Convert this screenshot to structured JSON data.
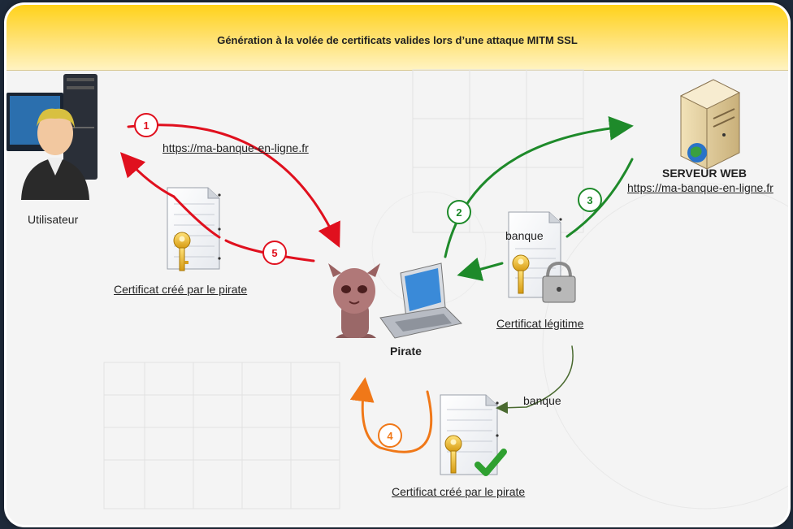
{
  "title": "Génération à la volée de certificats valides lors d’une attaque MITM SSL",
  "nodes": {
    "user_label": "Utilisateur",
    "server_label": "SERVEUR WEB",
    "server_url": "https://ma-banque-en-ligne.fr",
    "pirate_label": "Pirate"
  },
  "urls": {
    "step1_url": "https://ma-banque-en-ligne.fr"
  },
  "certificates": {
    "fake_cert_top": "Certificat créé par le pirate",
    "legit_cert": "Certificat légitime",
    "legit_cert_tag": "banque",
    "bank_tag_lower": "banque",
    "fake_cert_bottom": "Certificat créé par le pirate"
  },
  "steps": [
    "1",
    "2",
    "3",
    "4",
    "5"
  ],
  "colors": {
    "red_flow": "#e0101e",
    "green_flow": "#1e8a2a",
    "orange_flow": "#f07818",
    "header": "#ffd21a"
  }
}
